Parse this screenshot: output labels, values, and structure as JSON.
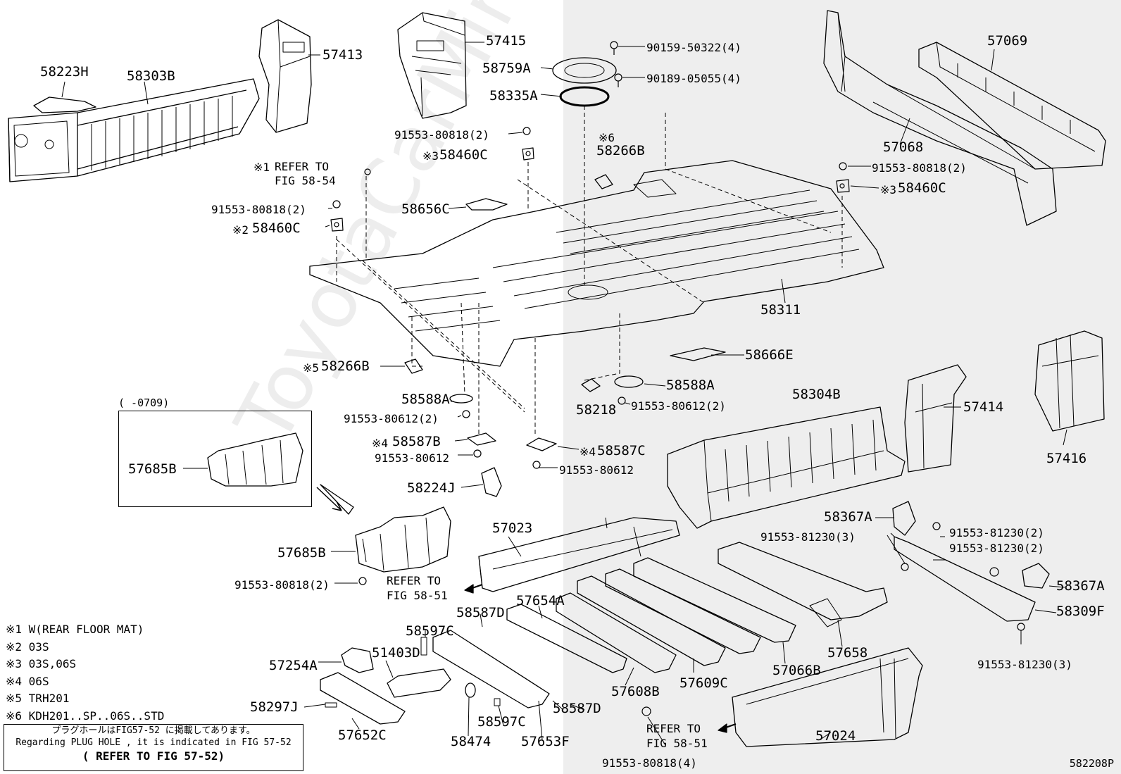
{
  "parts": {
    "p58223H": "58223H",
    "p58303B": "58303B",
    "p57413": "57413",
    "p57415": "57415",
    "p58759A": "58759A",
    "p58335A": "58335A",
    "p90159": "90159-50322(4)",
    "p90189": "90189-05055(4)",
    "p57069": "57069",
    "p57068": "57068",
    "p91553_818_a": "91553-80818(2)",
    "p58460C_a": "58460C",
    "p58266B_a": "58266B",
    "p91553_818_b": "91553-80818(2)",
    "p58460C_b": "58460C",
    "ref_fig_58_54_a": "REFER TO",
    "ref_fig_58_54_b": "FIG 58-54",
    "p91553_818_c": "91553-80818(2)",
    "p58460C_c": "58460C",
    "p58656C": "58656C",
    "p58311": "58311",
    "p58666E": "58666E",
    "p58266B_b": "58266B",
    "p58588A_a": "58588A",
    "p58588A_b": "58588A",
    "p58218": "58218",
    "p91553_612_2a": "91553-80612(2)",
    "p91553_612_2b": "91553-80612(2)",
    "p58587B": "58587B",
    "p58587C": "58587C",
    "p91553_612_a": "91553-80612",
    "p91553_612_b": "91553-80612",
    "p58224J": "58224J",
    "p58304B": "58304B",
    "p57414": "57414",
    "p57416": "57416",
    "p57685B_a": "57685B",
    "p57685B_b": "57685B",
    "p91553_818_d": "91553-80818(2)",
    "ref_fig_58_51_a1": "REFER TO",
    "ref_fig_58_51_a2": "FIG 58-51",
    "p57023": "57023",
    "p58367A_a": "58367A",
    "p58367A_b": "58367A",
    "p91553_1230_3a": "91553-81230(3)",
    "p91553_1230_2a": "91553-81230(2)",
    "p91553_1230_2b": "91553-81230(2)",
    "p58309F": "58309F",
    "p91553_1230_3b": "91553-81230(3)",
    "p58587D_a": "58587D",
    "p57654A": "57654A",
    "p58597C_a": "58597C",
    "p51403D": "51403D",
    "p57254A": "57254A",
    "p58297J": "58297J",
    "p57652C": "57652C",
    "p58474": "58474",
    "p58597C_b": "58597C",
    "p57653F": "57653F",
    "p58587D_b": "58587D",
    "p57608B": "57608B",
    "p57609C": "57609C",
    "p57066B": "57066B",
    "p57658": "57658",
    "p57024": "57024",
    "p91553_818_4": "91553-80818(4)",
    "ref_fig_58_51_b1": "REFER TO",
    "ref_fig_58_51_b2": "FIG 58-51"
  },
  "marks": {
    "m1": "※1",
    "m2": "※2",
    "m3a": "※3",
    "m3b": "※3",
    "m4a": "※4",
    "m4b": "※4",
    "m5": "※5",
    "m6": "※6"
  },
  "inset_caption": "(     -0709)",
  "notes": [
    "※1 W(REAR FLOOR MAT)",
    "※2 03S",
    "※3 03S,06S",
    "※4 06S",
    "※5 TRH201",
    "※6 KDH201..SP..06S..STD"
  ],
  "plug_note": {
    "jp": "プラグホールはFIG57-52 に掲載してあります。",
    "en": "Regarding PLUG HOLE , it is indicated in FIG 57-52",
    "ref": "( REFER TO FIG 57-52)"
  },
  "fig_code": "582208P",
  "watermark": "ToyotaCarMiner.ru"
}
